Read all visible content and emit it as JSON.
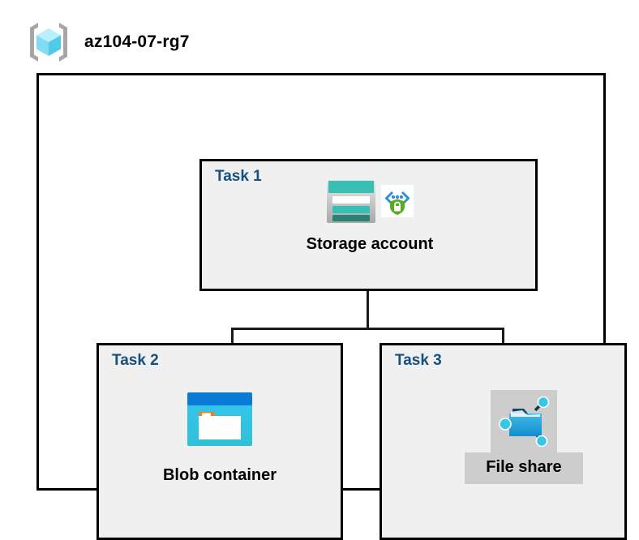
{
  "header": {
    "icon_name": "resource-group-icon",
    "title": "az104-07-rg7"
  },
  "diagram": {
    "type": "hierarchy",
    "root": "az104-07-rg7",
    "tasks": [
      {
        "id": "task1",
        "label": "Task 1",
        "node_caption": "Storage account",
        "icons": [
          "storage-account-icon",
          "service-endpoint-shield-icon"
        ],
        "highlighted": false
      },
      {
        "id": "task2",
        "label": "Task 2",
        "node_caption": "Blob container",
        "icons": [
          "blob-container-icon"
        ],
        "highlighted": false
      },
      {
        "id": "task3",
        "label": "Task 3",
        "node_caption": "File share",
        "icons": [
          "file-share-icon"
        ],
        "highlighted": true
      }
    ],
    "connections": [
      {
        "from": "Storage account",
        "to": "Blob container"
      },
      {
        "from": "Storage account",
        "to": "File share"
      }
    ]
  },
  "colors": {
    "task_label": "#17507e",
    "task_fill": "#f0f0f0",
    "frame_border": "#000000",
    "storage_teal": "#37bfb4",
    "storage_teal_dark": "#2a8074",
    "blob_blue": "#0a7bd4",
    "blob_cyan": "#32c8e6",
    "blob_orange": "#f08022",
    "shield_green": "#5aab1e",
    "endpoint_blue": "#2a8fd8",
    "fileshare_blue": "#2ea7dd",
    "highlight_grey": "#cdcdcd",
    "cube_cyan": "#9fe8f7"
  }
}
